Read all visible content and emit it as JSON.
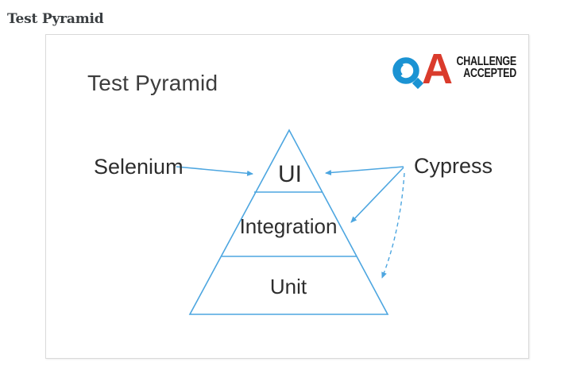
{
  "page": {
    "heading": "Test Pyramid"
  },
  "slide": {
    "title": "Test Pyramid",
    "logo": {
      "letter_a": "A",
      "line1": "CHALLENGE",
      "line2": "ACCEPTED"
    },
    "pyramid": {
      "levels": [
        {
          "label": "UI"
        },
        {
          "label": "Integration"
        },
        {
          "label": "Unit"
        }
      ]
    },
    "annotations": [
      {
        "label": "Selenium",
        "side": "left",
        "points_to": [
          "UI"
        ],
        "style": "solid"
      },
      {
        "label": "Cypress",
        "side": "right",
        "points_to": [
          "UI",
          "Integration",
          "Unit"
        ],
        "unit_link_style": "dashed"
      }
    ]
  },
  "colors": {
    "diagram_line": "#4da6e0",
    "logo_blue": "#1b93d3",
    "logo_red": "#da3b2c",
    "text_dark": "#2d2d2d"
  }
}
